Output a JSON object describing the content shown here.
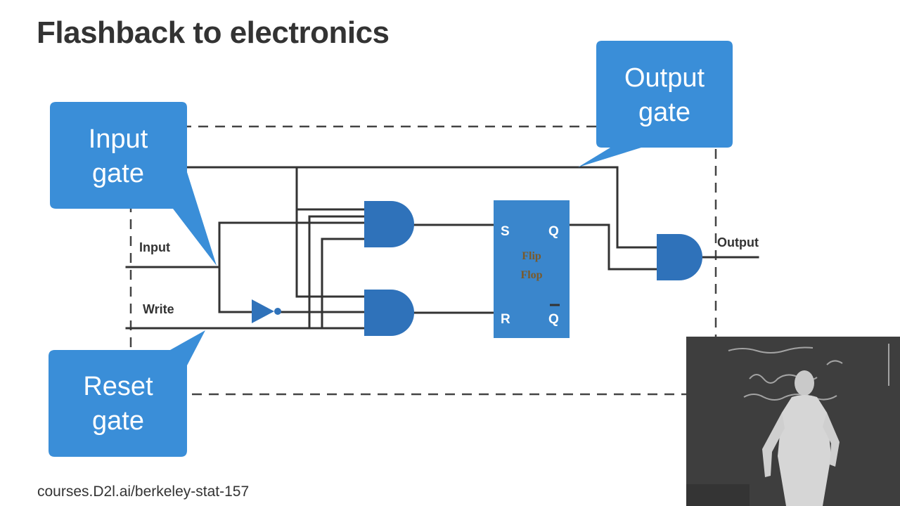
{
  "slide": {
    "title": "Flashback to electronics",
    "footer_url": "courses.D2l.ai/berkeley-stat-157"
  },
  "callouts": {
    "input_gate": [
      "Input",
      "gate"
    ],
    "output_gate": [
      "Output",
      "gate"
    ],
    "reset_gate": [
      "Reset",
      "gate"
    ]
  },
  "circuit": {
    "input_label": "Input",
    "write_label": "Write",
    "output_label": "Output",
    "flipflop": {
      "s": "S",
      "q": "Q",
      "r": "R",
      "qbar": "Q",
      "name": [
        "Flip",
        "Flop"
      ]
    }
  },
  "colors": {
    "callout_blue": "#3a8ed8",
    "gate_blue": "#2f72ba",
    "flipflop_blue": "#3a86cc",
    "wire": "#333333",
    "text": "#333333"
  }
}
